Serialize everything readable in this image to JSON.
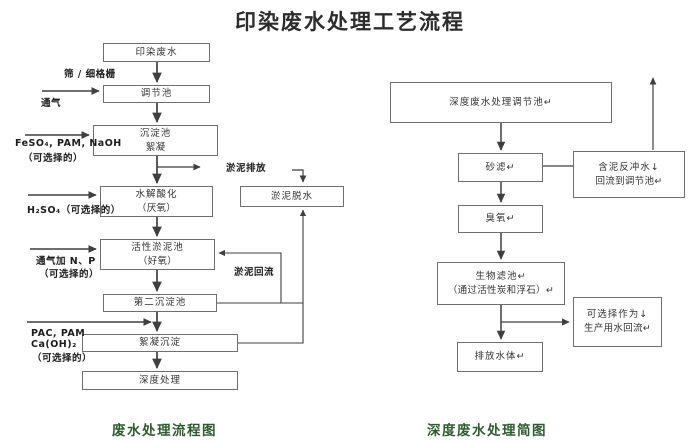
{
  "title": "印染废水处理工艺流程",
  "colors": {
    "caption_green": "#2e5b2e",
    "line": "#3f3f3f",
    "box_border": "#6f6f6f",
    "text": "#333333"
  },
  "left_chart": {
    "caption": "废水处理流程图",
    "nodes": {
      "influent": "印染废水",
      "regulating": "调节池",
      "sedimentation_1": "沉淀池",
      "sedimentation_2": "絮凝",
      "hydrolysis_1": "水解酸化",
      "hydrolysis_2": "（厌氧）",
      "activated_1": "活性淤泥池",
      "activated_2": "（好氧）",
      "secondary": "第二沉淀池",
      "flocculation": "絮凝沉淀",
      "advanced": "深度处理",
      "dewatering": "淤泥脱水"
    },
    "labels": {
      "screen": "筛 / 细格栅",
      "aeration": "通气",
      "feso4_1": "FeSO₄, PAM, NaOH",
      "feso4_2": "（可选择的）",
      "h2so4": "H₂SO₄（可选择的）",
      "np_1": "通气加 N、P",
      "np_2": "（可选择的）",
      "pac_1": "PAC, PAM",
      "pac_2": "Ca(OH)₂",
      "pac_3": "（可选择的）",
      "sludge_discharge": "淤泥排放",
      "sludge_return": "淤泥回流"
    }
  },
  "right_chart": {
    "caption": "深度废水处理简图",
    "nodes": {
      "deep_regulating": "深度废水处理调节池↵",
      "sand_filter": "砂滤↵",
      "backwash_1": "含泥反冲水↓",
      "backwash_2": "回流到调节池↵",
      "ozone": "臭氧↵",
      "biofilter_1": "生物滤池↵",
      "biofilter_2": "（通过活性炭和浮石）↵",
      "reuse_1": "可选择作为↓",
      "reuse_2": "生产用水回流↵",
      "discharge": "排放水体↵"
    }
  }
}
